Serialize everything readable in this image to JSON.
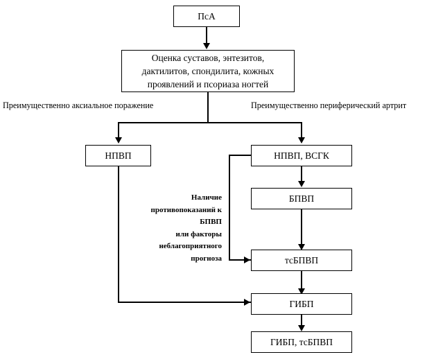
{
  "diagram": {
    "title_box": {
      "label": "ПсА"
    },
    "assessment_box": {
      "label": "Оценка суставов, энтезитов,\nдактилитов, спондилита, кожных\nпроявлений и псориаза ногтей"
    },
    "branch_labels": {
      "left": "Преимущественно аксиальное поражение",
      "right": "Преимущественно периферический артрит"
    },
    "axial_branch": {
      "nsaid_box": {
        "label": "НПВП"
      }
    },
    "peripheral_branch": {
      "nsaid_gc_box": {
        "label": "НПВП, ВСГК"
      },
      "dmard_box": {
        "label": "БПВП"
      },
      "ts_dmard_box": {
        "label": "тсБПВП"
      },
      "biologic_box": {
        "label": "ГИБП"
      },
      "biologic_ts_box": {
        "label": "ГИБП, тсБПВП"
      }
    },
    "bypass_note": {
      "label": "Наличие\nпротивопоказаний к\nБПВП\nили факторы\nнеблагоприятного\nпрогноза"
    },
    "colors": {
      "stroke": "#000000",
      "fill": "#ffffff",
      "text": "#000000"
    }
  }
}
